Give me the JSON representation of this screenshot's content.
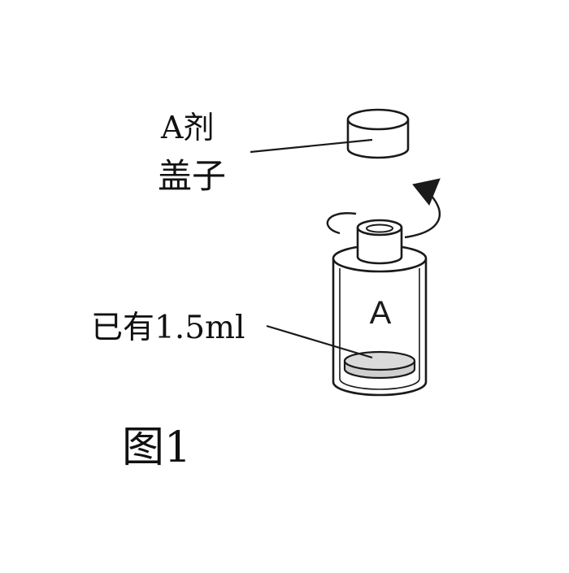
{
  "labels": {
    "cap_line1": "A剂",
    "cap_line2": "盖子",
    "existing_amount": "已有1.5ml",
    "bottle_letter": "A",
    "figure_caption": "图1"
  },
  "colors": {
    "stroke": "#1a1a1a",
    "liquid_fill": "#cfcfcf",
    "background": "#ffffff"
  },
  "icons": {
    "rotation": "rotate-arrow-icon"
  }
}
